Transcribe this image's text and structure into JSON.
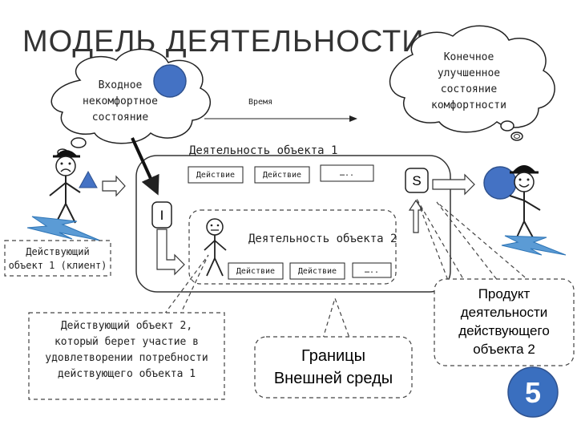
{
  "title": "МОДЕЛЬ ДЕЯТЕЛЬНОСТИ",
  "cloud_input": [
    "Входное",
    "некомфортное",
    "состояние"
  ],
  "cloud_final": [
    "Конечное",
    "улучшенное",
    "состояние",
    "комфортности"
  ],
  "time_label": "Время",
  "activity1": {
    "label": "Деятельность объекта 1",
    "actions": [
      "Действие",
      "Действие",
      "….."
    ]
  },
  "activity2": {
    "label": "Деятельность объекта 2",
    "actions": [
      "Действие",
      "Действие",
      "….."
    ]
  },
  "marker_s": "S",
  "marker_i": "I",
  "agent1_label": [
    "Действующий",
    "объект 1 (клиент)"
  ],
  "agent2_label": [
    "Действующий объект 2,",
    "который берет участие в",
    "удовлетворении потребности",
    "действующего объекта 1"
  ],
  "environment_label": [
    "Границы",
    "Внешней среды"
  ],
  "product_label": [
    "Продукт",
    "деятельности",
    "действующего",
    "объекта 2"
  ],
  "slide_number": "5",
  "colors": {
    "accent_blue": "#4472c4",
    "lightning": "#5b9bd5",
    "outline": "#222222"
  }
}
